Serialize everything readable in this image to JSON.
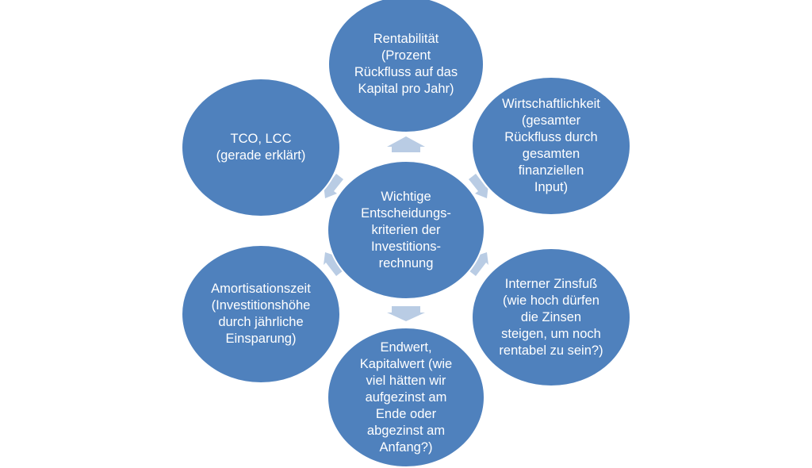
{
  "diagram": {
    "colors": {
      "node_fill": "#4f81bd",
      "node_border": "#ffffff",
      "arrow": "#b9cce4",
      "text": "#ffffff"
    },
    "center": {
      "label": "Wichtige\nEntscheidungs-\nkriterien der\nInvestitions-\nrechnung"
    },
    "nodes": {
      "top": {
        "label": "Rentabilität\n(Prozent\nRückfluss auf das\nKapital pro Jahr)"
      },
      "upper_right": {
        "label": "Wirtschaftlichkeit\n(gesamter\nRückfluss durch\ngesamten\nfinanziellen\nInput)"
      },
      "lower_right": {
        "label": "Interner Zinsfuß\n(wie hoch dürfen\ndie Zinsen\nsteigen, um noch\nrentabel zu sein?)"
      },
      "bottom": {
        "label": "Endwert,\nKapitalwert (wie\nviel hätten wir\naufgezinst am\nEnde oder\nabgezinst am\nAnfang?)"
      },
      "lower_left": {
        "label": "Amortisationszeit\n(Investitionshöhe\ndurch jährliche\nEinsparung)"
      },
      "upper_left": {
        "label": "TCO, LCC\n(gerade erklärt)"
      }
    }
  }
}
